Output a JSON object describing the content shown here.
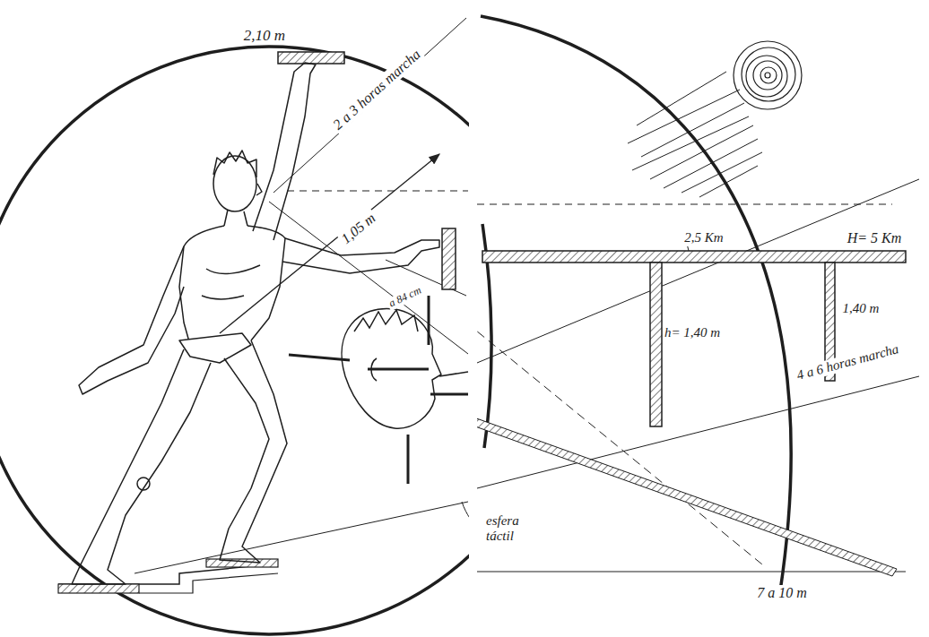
{
  "diagram": {
    "labels": [
      "2,10 m",
      "2 a 3 horas marcha",
      "1,05 m",
      "a 84 cm",
      "esfera táctil",
      "2,5 Km",
      "H= 5 Km",
      "h= 1,40 m",
      "1,40 m",
      "4 a 6 horas marcha",
      "7 a 10 m"
    ]
  }
}
